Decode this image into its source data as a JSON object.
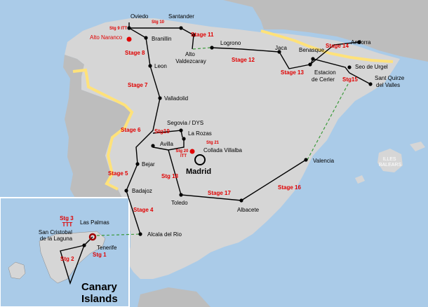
{
  "colors": {
    "sea": "#aacbe8",
    "spain": "#d6d6d6",
    "neighbour": "#bdbdbd",
    "border": "#ffe27a",
    "route": "#000000",
    "stage_label": "#e00000",
    "ferry": "#3a9a3a"
  },
  "cities": {
    "oviedo": "Oviedo",
    "santander": "Santander",
    "alto_naranco": "Alto Naranco",
    "branillin": "Branillin",
    "logrono": "Logrono",
    "alto_valdezcaray": "Alto\nValdezcaray",
    "leon": "Leon",
    "valladolid": "Valladolid",
    "segovia": "Segovia / DYS",
    "la_rozas": "La Rozas",
    "avilla": "Avilla",
    "collada_villalba": "Collada Villalba",
    "madrid": "Madrid",
    "bejar": "Bejar",
    "badajoz": "Badajoz",
    "toledo": "Toledo",
    "albacete": "Albacete",
    "valencia": "Valencia",
    "alcala": "Alcala del Rio",
    "jaca": "Jaca",
    "benasque": "Benasque",
    "andorra": "Andorra",
    "estacion": "Estacion\nde Cerler",
    "seo_de_urgel": "Seo de Urgel",
    "sant_quirze": "Sant Quirze\ndel Valles",
    "las_palmas": "Las Palmas",
    "san_cristobal": "San Cristobal\nde la Laguna",
    "tenerife": "Tenerife"
  },
  "stages": {
    "s1": "Stg 1",
    "s2": "Stg 2",
    "s3": "Stg 3\nTTT",
    "s4": "Stage 4",
    "s5": "Stage 5",
    "s6": "Stage 6",
    "s7": "Stage 7",
    "s8": "Stage 8",
    "s9": "Stg 9 ITT",
    "s10": "Stg 10",
    "s11": "Stage 11",
    "s12": "Stage 12",
    "s13": "Stage 13",
    "s14": "Stage 14",
    "s15": "Stg15",
    "s16": "Stage 16",
    "s17": "Stage 17",
    "s18": "Stg 18",
    "s19": "Stg19",
    "s20": "Stg 20\nITT",
    "s21": "Stg 21"
  },
  "islands_label": "ILLES\nBALEARS",
  "canary_title": "Canary\nIslands"
}
